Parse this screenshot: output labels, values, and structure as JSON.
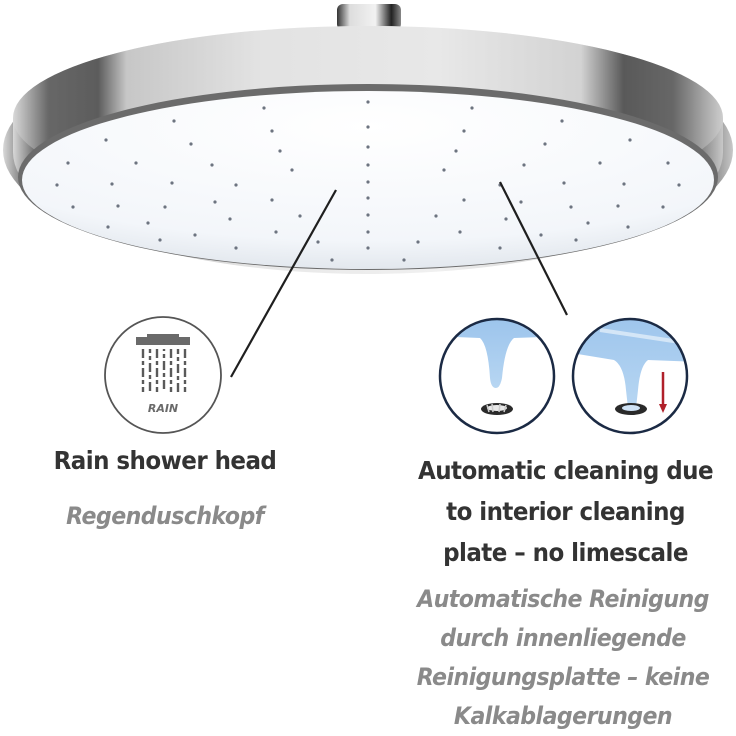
{
  "features": [
    {
      "icon": "rain-shower-icon",
      "icon_label": "RAIN",
      "title_en": "Rain shower head",
      "title_de": "Regenduschkopf"
    },
    {
      "icon": "cleaning-plate-illustration",
      "title_en_lines": [
        "Automatic cleaning due",
        "to interior cleaning",
        "plate – no limescale"
      ],
      "title_de_lines": [
        "Automatische Reinigung",
        "durch innenliegende",
        "Reinigungsplatte – keine",
        "Kalkablagerungen"
      ]
    }
  ],
  "colors": {
    "text_primary": "#333333",
    "text_secondary": "#8a8a8a",
    "water_blue": "#a8cdef",
    "circle_outline": "#1b2a44",
    "arrow_red": "#b0202a",
    "chrome_dark": "#1a1a1a",
    "chrome_light": "#e6e6e6"
  }
}
